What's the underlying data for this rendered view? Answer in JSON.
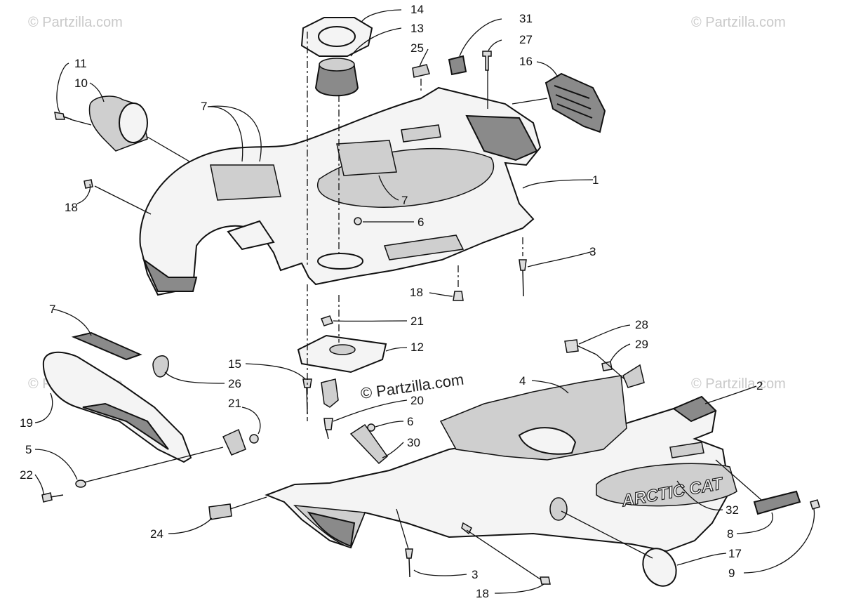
{
  "watermarks": {
    "top_left": "© Partzilla.com",
    "top_right": "© Partzilla.com",
    "center": "© Partzilla.com",
    "mid_right": "© Partzilla.com",
    "left": "© Partzilla.com"
  },
  "logo_text": "ARCTIC CAT",
  "callouts": [
    "14",
    "13",
    "31",
    "27",
    "25",
    "16",
    "11",
    "10",
    "7",
    "18",
    "1",
    "7",
    "6",
    "3",
    "18",
    "7",
    "21",
    "12",
    "28",
    "29",
    "15",
    "26",
    "20",
    "21",
    "19",
    "4",
    "2",
    "6",
    "30",
    "5",
    "22",
    "24",
    "32",
    "8",
    "17",
    "9",
    "3",
    "18"
  ]
}
